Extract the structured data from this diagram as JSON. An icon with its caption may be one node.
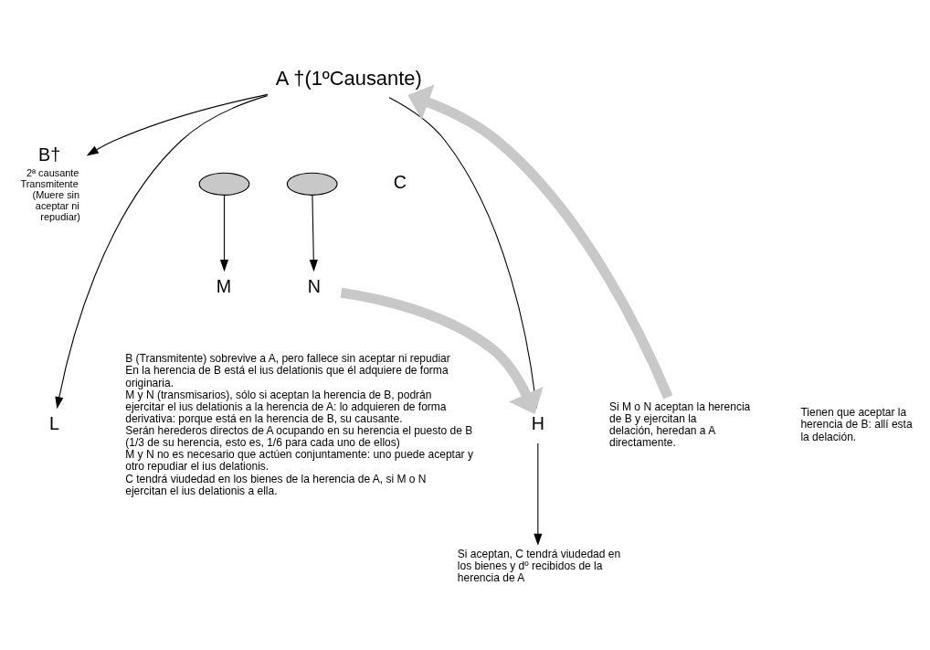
{
  "diagram": {
    "nodes": [
      {
        "text": [
          "A †(1ºCausante)"
        ]
      },
      {
        "text": [
          "L"
        ]
      },
      {
        "text": [
          "B†"
        ],
        "beside": [
          "2ª causante Transmitente (Muere sin aceptar ni repudiar)"
        ]
      },
      {
        "text": [],
        "shape": "ellipse"
      },
      {
        "text": [],
        "shape": "ellipse"
      },
      {
        "text": [
          "C"
        ]
      },
      {
        "text": [
          "H"
        ]
      },
      {
        "text": [
          "M"
        ]
      },
      {
        "text": [
          "N"
        ]
      },
      {
        "text": [
          "Si aceptan, C tendrá viudedad en los bienes y dº recibidos de la herencia de A"
        ]
      },
      {
        "text": [
          "Si M o N aceptan la herencia de B y ejercitan la delación, heredan a A directamente."
        ]
      }
    ],
    "edges": [
      {
        "from": 0,
        "to": 1,
        "arrow": "to"
      },
      {
        "from": 0,
        "to": 2,
        "arrow": "to"
      },
      {
        "from": 0,
        "to": 6,
        "arrow": "to"
      },
      {
        "from": 3,
        "to": 7,
        "arrow": "to"
      },
      {
        "from": 4,
        "to": 8,
        "arrow": "to"
      },
      {
        "from": 6,
        "to": 9,
        "arrow": "to"
      },
      {
        "from": 8,
        "to": 6,
        "arrow": "to",
        "style": "thick",
        "color": "#c8c8c8"
      },
      {
        "from": 10,
        "to": 0,
        "arrow": "to",
        "style": "thick",
        "color": "#c8c8c8"
      }
    ],
    "labels": [
      "Tienen que aceptar la herencia de B: allí esta la delación.",
      "B (Transmitente) sobrevive a A, pero fallece sin aceptar ni repudiar",
      "En la herencia de B está el ius delationis que él adquiere de forma originaria.",
      "M y N (transmisarios), sólo si aceptan la herencia de B, podrán ejercitar el ius delationis a la herencia de A: lo adquieren de forma derivativa: porque está en la herencia de B, su causante.",
      "Serán herederos directos de A ocupando en su herencia el puesto de B (1/3 de su herencia, esto es, 1/6 para cada uno de ellos)",
      "M y N no es necesario que actúen conjuntamente: uno puede aceptar y otro repudiar el ius delationis.",
      "C tendrá viudedad en los bienes de la herencia de A, si M o N ejercitan el ius delationis a ella."
    ]
  }
}
